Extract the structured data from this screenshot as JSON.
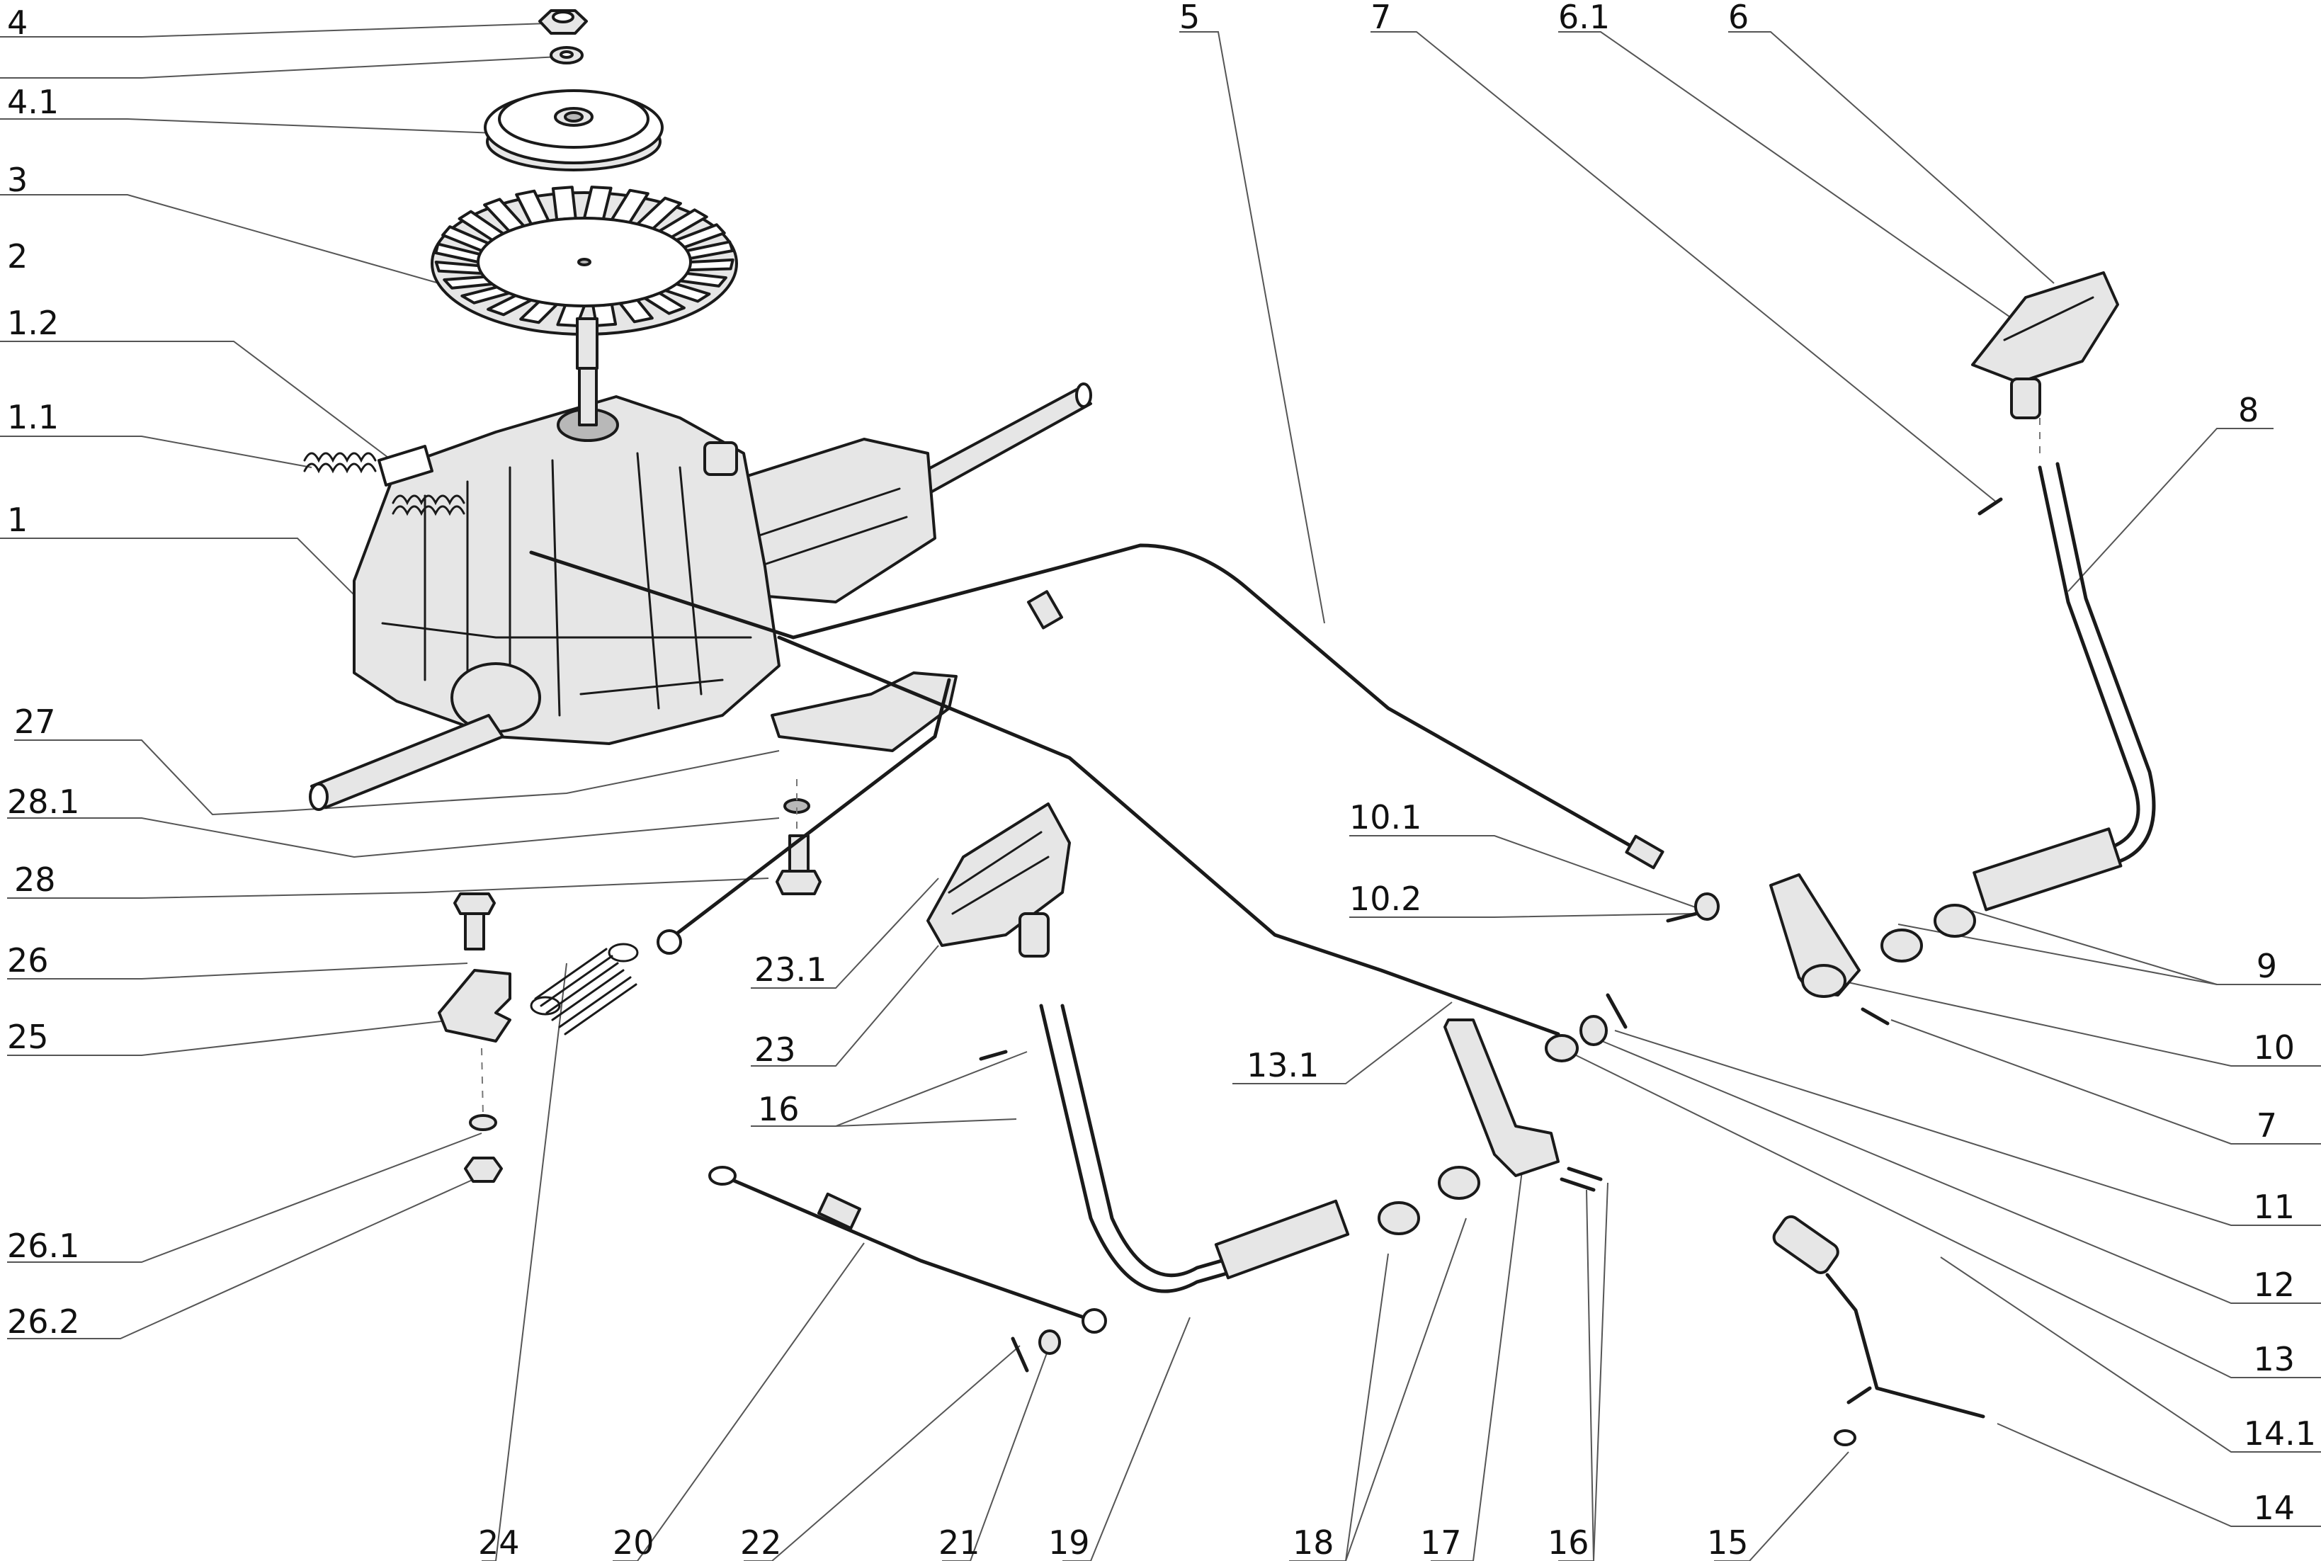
{
  "labels": {
    "l4": "4",
    "l41": "4.1",
    "l3": "3",
    "l2": "2",
    "l12": "1.2",
    "l11": "1.1",
    "l1": "1",
    "l27": "27",
    "l281": "28.1",
    "l28": "28",
    "l26": "26",
    "l25": "25",
    "l261": "26.1",
    "l262": "26.2",
    "l5": "5",
    "l7top": "7",
    "l61": "6.1",
    "l6": "6",
    "l8": "8",
    "l101": "10.1",
    "l102": "10.2",
    "l231": "23.1",
    "l23": "23",
    "l16left": "16",
    "l131": "13.1",
    "l9": "9",
    "l10": "10",
    "l7right": "7",
    "l11r": "11",
    "l12r": "12",
    "l13": "13",
    "l141": "14.1",
    "l14": "14",
    "l24": "24",
    "l20": "20",
    "l22": "22",
    "l21": "21",
    "l19": "19",
    "l18": "18",
    "l17": "17",
    "l16bottom": "16",
    "l15": "15"
  }
}
